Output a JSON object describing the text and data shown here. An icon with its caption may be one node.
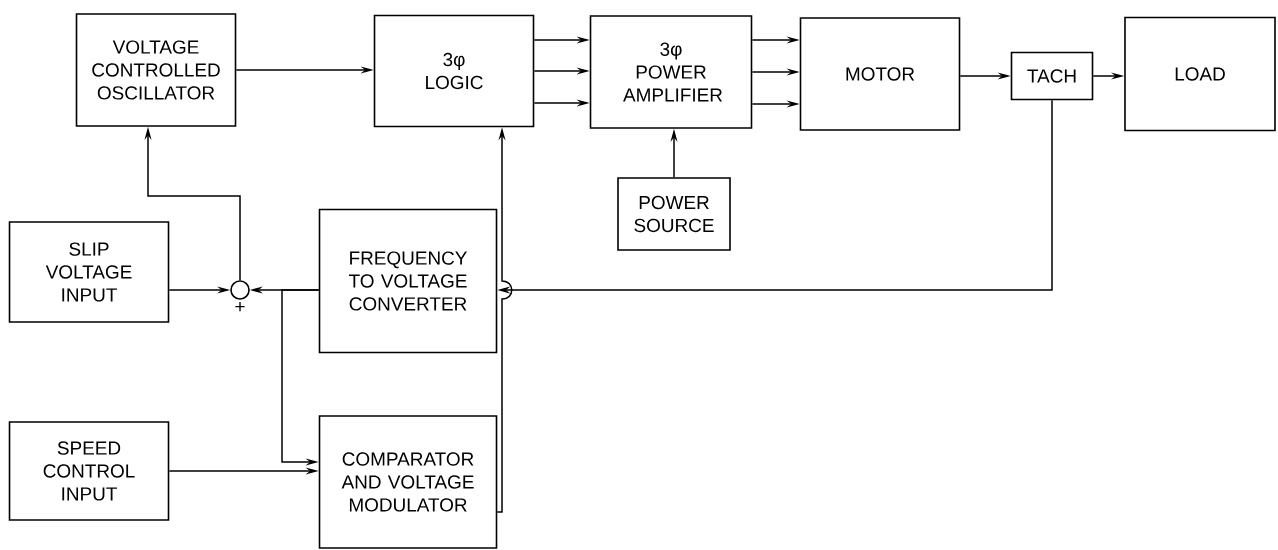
{
  "diagram": {
    "nodes": [
      {
        "text": [
          "VOLTAGE CONTROLLED OSCILLATOR"
        ]
      },
      {
        "text": [
          "3φ LOGIC"
        ]
      },
      {
        "text": [
          "3φ POWER AMPLIFIER"
        ]
      },
      {
        "text": [
          "MOTOR"
        ]
      },
      {
        "text": [
          "TACH"
        ]
      },
      {
        "text": [
          "LOAD"
        ]
      },
      {
        "text": [
          "POWER SOURCE"
        ]
      },
      {
        "text": [
          "SLIP VOLTAGE INPUT"
        ]
      },
      {
        "text": [],
        "shape": "circle",
        "beside": [
          "+"
        ]
      },
      {
        "text": [
          "FREQUENCY TO VOLTAGE CONVERTER"
        ]
      },
      {
        "text": [
          "SPEED CONTROL INPUT"
        ]
      },
      {
        "text": [
          "COMPARATOR AND VOLTAGE MODULATOR"
        ]
      }
    ],
    "edges": [
      {
        "from": 0,
        "to": 1,
        "arrow": "to"
      },
      {
        "from": 1,
        "to": 2,
        "arrow": "to"
      },
      {
        "from": 1,
        "to": 2,
        "arrow": "to"
      },
      {
        "from": 1,
        "to": 2,
        "arrow": "to"
      },
      {
        "from": 2,
        "to": 3,
        "arrow": "to"
      },
      {
        "from": 2,
        "to": 3,
        "arrow": "to"
      },
      {
        "from": 2,
        "to": 3,
        "arrow": "to"
      },
      {
        "from": 3,
        "to": 4,
        "arrow": "to"
      },
      {
        "from": 4,
        "to": 5,
        "arrow": "to"
      },
      {
        "from": 6,
        "to": 2,
        "arrow": "to"
      },
      {
        "from": 7,
        "to": 8,
        "arrow": "to"
      },
      {
        "from": 9,
        "to": 8,
        "arrow": "to"
      },
      {
        "from": 8,
        "to": 0,
        "arrow": "to"
      },
      {
        "from": 9,
        "to": 11,
        "arrow": "to"
      },
      {
        "from": 10,
        "to": 11,
        "arrow": "to"
      },
      {
        "from": 11,
        "to": 1,
        "arrow": "to"
      },
      {
        "from": 4,
        "to": 9,
        "arrow": "to"
      }
    ]
  }
}
